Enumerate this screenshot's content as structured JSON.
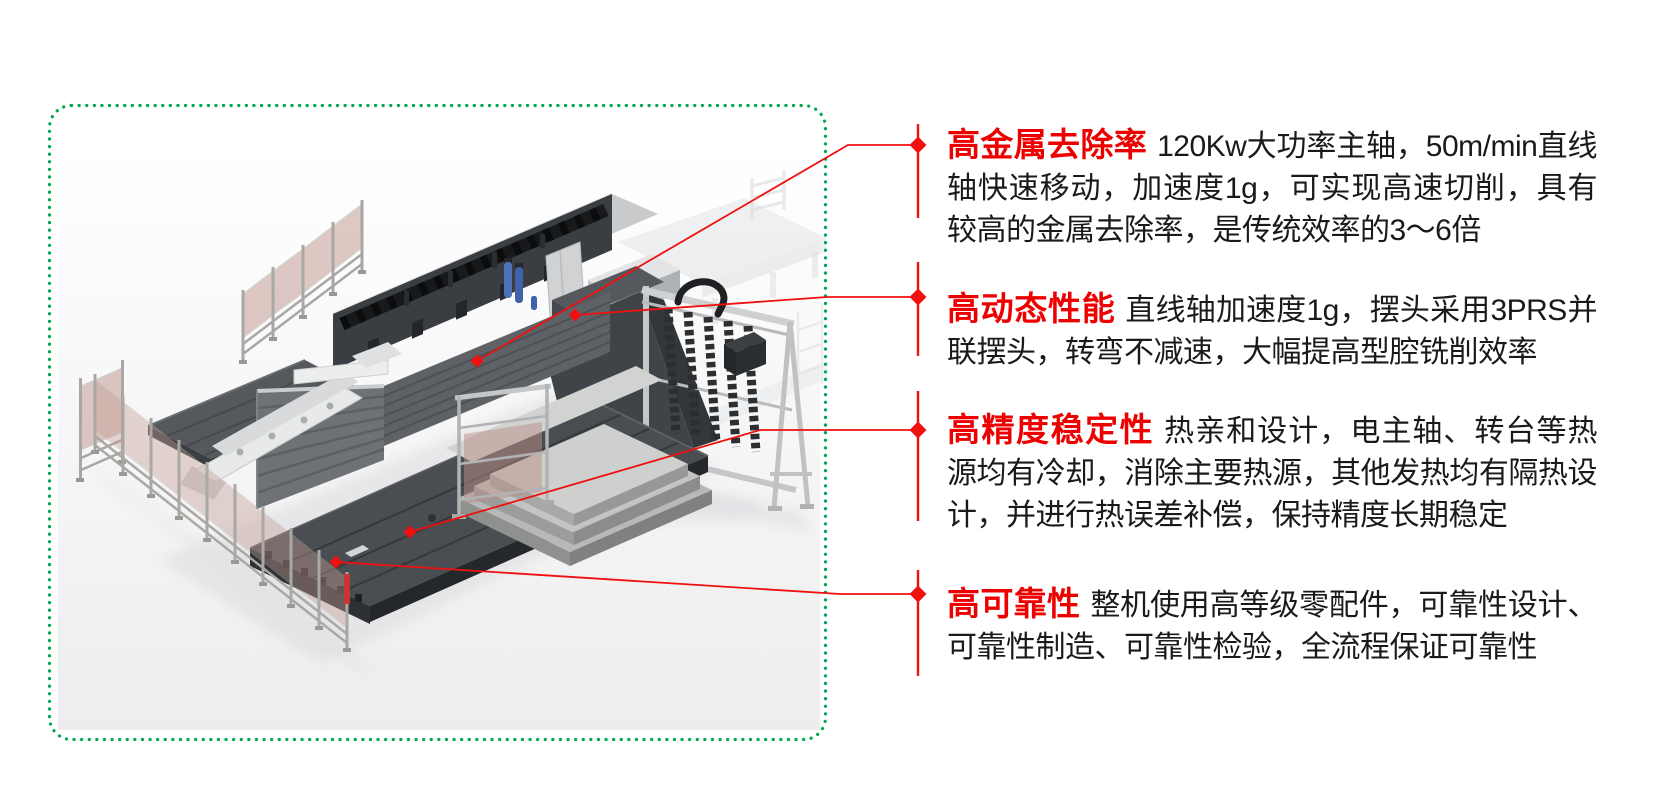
{
  "colors": {
    "accent_red": "#ee0000",
    "line_red": "#f01010",
    "border_green": "#00a84f",
    "body_text": "#1a1a1a"
  },
  "features": [
    {
      "title": "高金属去除率",
      "description": "120Kw大功率主轴，50m/min直线轴快速移动，加速度1g，可实现高速切削，具有较高的金属去除率，是传统效率的3～6倍"
    },
    {
      "title": "高动态性能",
      "description": "直线轴加速度1g，摆头采用3PRS并联摆头，转弯不减速，大幅提高型腔铣削效率"
    },
    {
      "title": "高精度稳定性",
      "description": "热亲和设计，电主轴、转台等热源均有冷却，消除主要热源，其他发热均有隔热设计，并进行热误差补偿，保持精度长期稳定"
    },
    {
      "title": "高可靠性",
      "description": "整机使用高等级零配件，可靠性设计、可靠性制造、可靠性检验，全流程保证可靠性"
    }
  ]
}
